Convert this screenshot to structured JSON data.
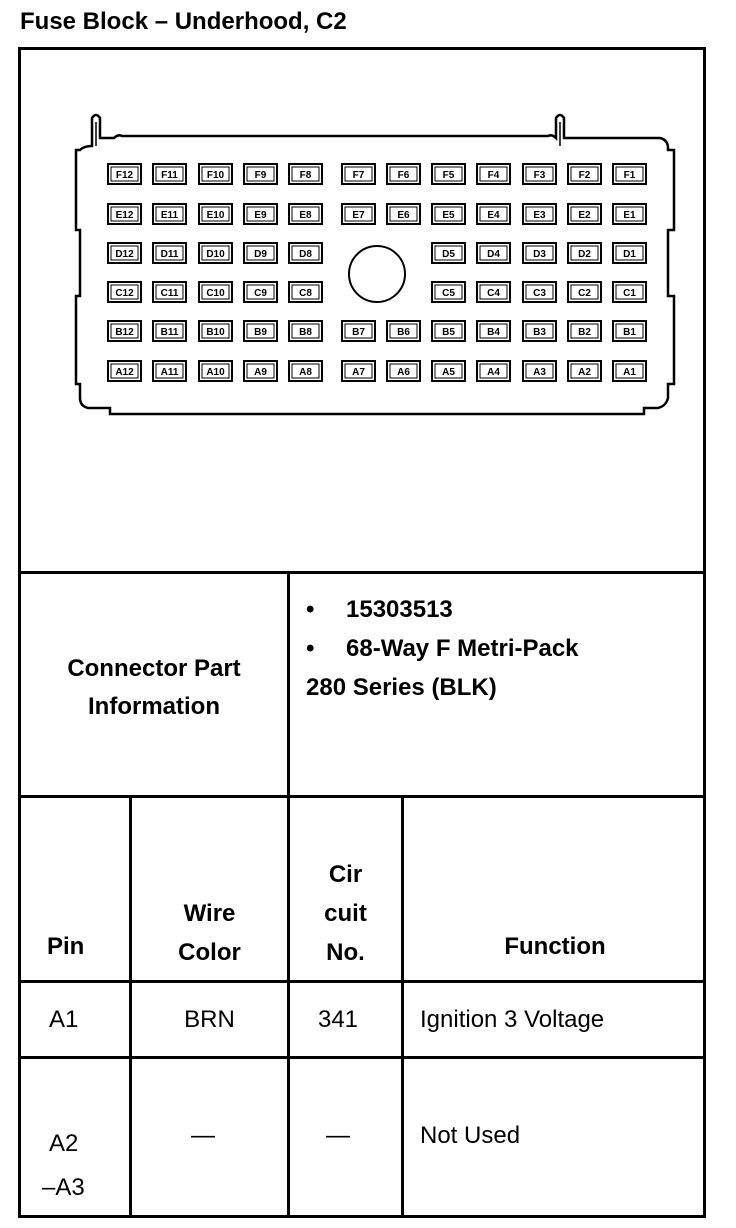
{
  "title": "Fuse Block – Underhood, C2",
  "connector": {
    "rows": [
      {
        "row": "F",
        "pins": [
          "F12",
          "F11",
          "F10",
          "F9",
          "F8",
          "F7",
          "F6",
          "F5",
          "F4",
          "F3",
          "F2",
          "F1"
        ]
      },
      {
        "row": "E",
        "pins": [
          "E12",
          "E11",
          "E10",
          "E9",
          "E8",
          "E7",
          "E6",
          "E5",
          "E4",
          "E3",
          "E2",
          "E1"
        ]
      },
      {
        "row": "D",
        "pins": [
          "D12",
          "D11",
          "D10",
          "D9",
          "D8",
          "",
          "",
          "D5",
          "D4",
          "D3",
          "D2",
          "D1"
        ]
      },
      {
        "row": "C",
        "pins": [
          "C12",
          "C11",
          "C10",
          "C9",
          "C8",
          "",
          "",
          "C5",
          "C4",
          "C3",
          "C2",
          "C1"
        ]
      },
      {
        "row": "B",
        "pins": [
          "B12",
          "B11",
          "B10",
          "B9",
          "B8",
          "B7",
          "B6",
          "B5",
          "B4",
          "B3",
          "B2",
          "B1"
        ]
      },
      {
        "row": "A",
        "pins": [
          "A12",
          "A11",
          "A10",
          "A9",
          "A8",
          "A7",
          "A6",
          "A5",
          "A4",
          "A3",
          "A2",
          "A1"
        ]
      }
    ]
  },
  "part_info": {
    "label_line1": "Connector Part",
    "label_line2": "Information",
    "bullet": "•",
    "part_number": "15303513",
    "desc_line1": "68-Way F Metri-Pack",
    "desc_line2": "280 Series (BLK)"
  },
  "table": {
    "headers": {
      "pin": "Pin",
      "wire_line1": "Wire",
      "wire_line2": "Color",
      "cir_line1": "Cir",
      "cir_line2": "cuit",
      "cir_line3": "No.",
      "function": "Function"
    },
    "rows": [
      {
        "pin_line1": "A1",
        "pin_line2": "",
        "wire": "BRN",
        "circuit": "341",
        "function": "Ignition 3 Voltage"
      },
      {
        "pin_line1": "A2",
        "pin_line2": "–A3",
        "wire": "—",
        "circuit": "—",
        "function": "Not Used"
      }
    ]
  }
}
